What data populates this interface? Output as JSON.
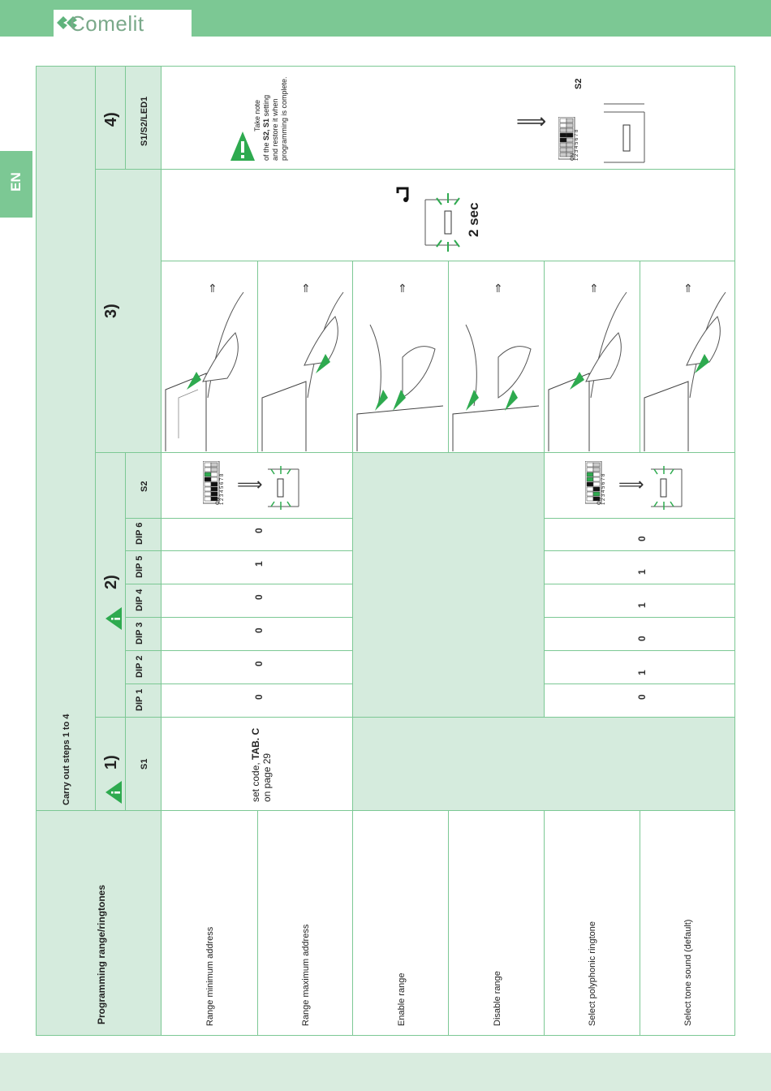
{
  "brand": {
    "logo_text": "Comelit"
  },
  "language_tab": "EN",
  "table": {
    "title": "Programming range/ringtones",
    "subtitle": "Carry out steps 1 to 4",
    "steps": {
      "s1": "1)",
      "s2": "2)",
      "s3": "3)",
      "s4": "4)"
    },
    "headers": {
      "s1": "S1",
      "dip1": "DIP 1",
      "dip2": "DIP 2",
      "dip3": "DIP 3",
      "dip4": "DIP 4",
      "dip5": "DIP 5",
      "dip6": "DIP 6",
      "s2": "S2",
      "s4": "S1/S2/LED1"
    },
    "rows": [
      {
        "label": "Range minimum address"
      },
      {
        "label": "Range maximum address"
      },
      {
        "label": "Enable range"
      },
      {
        "label": "Disable range"
      },
      {
        "label": "Select polyphonic ringtone"
      },
      {
        "label": "Select tone sound (default)"
      }
    ],
    "s1_note": {
      "line1_pre": "set code, ",
      "line1_bold": "TAB. C",
      "line2": "on page 29"
    },
    "range_dips": [
      "0",
      "0",
      "0",
      "0",
      "1",
      "0"
    ],
    "ringtone_dips": [
      "0",
      "1",
      "0",
      "1",
      "1",
      "0"
    ],
    "dip_switch": {
      "on_label": "ON",
      "numbers": "1 2 3 4 5 6 7 8"
    },
    "press_time": "2 sec",
    "note": {
      "line1": "Take note",
      "line2_a": "of the ",
      "line2_b": "S2, S1",
      "line2_c": " setting",
      "line3": "and restore it when",
      "line4": "programming is complete."
    },
    "s2_label": "S2"
  }
}
